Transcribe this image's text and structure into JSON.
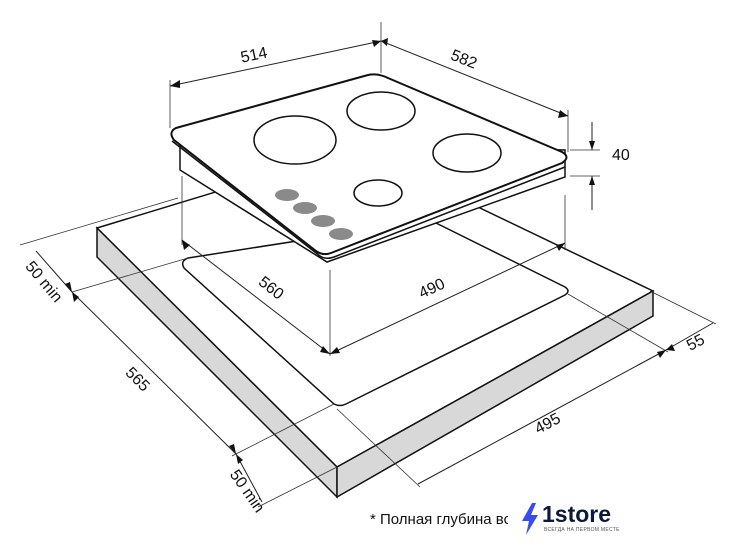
{
  "diagram": {
    "dimensions": {
      "hob_width": "514",
      "hob_depth": "582",
      "hob_height": "40",
      "cutout_depth": "560",
      "cutout_width": "490",
      "left_clearance": "50 min",
      "countertop_depth": "565",
      "front_clearance": "50 min",
      "countertop_width": "495",
      "right_clearance": "55"
    },
    "colors": {
      "hob_fill": "#ffffff",
      "countertop_top": "#ffffff",
      "countertop_side": "#d8d8d8",
      "knob": "#8a8a8a",
      "line": "#111111"
    }
  },
  "footnote": {
    "text": "* Полная глубина вст"
  },
  "logo": {
    "name": "1store",
    "tagline": "ВСЕГДА НА ПЕРВОМ МЕСТЕ",
    "icon": "lightning-bolt-icon",
    "accent": "#3a4cf0"
  }
}
